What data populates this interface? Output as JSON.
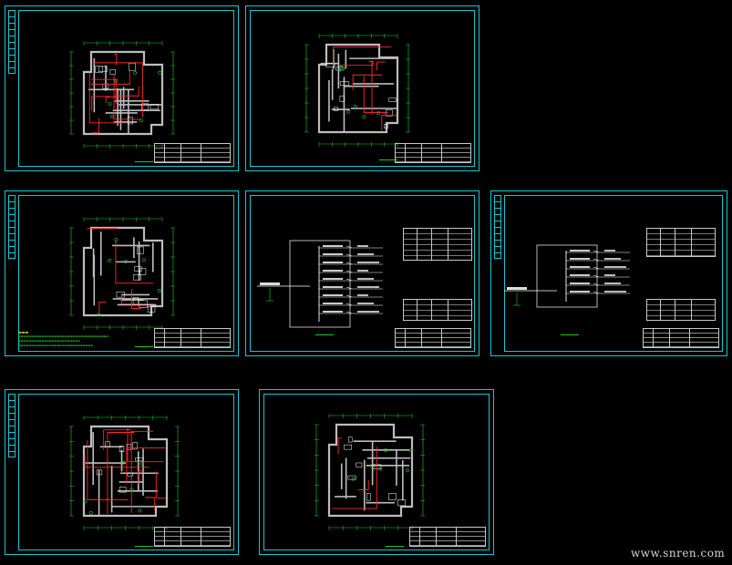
{
  "watermark": "www.snren.com",
  "colors": {
    "frame": "#16c8d2",
    "wall": "#bdbdbd",
    "wire": "#ff2a2a",
    "dim": "#1fd11f"
  },
  "sheets": [
    {
      "id": "sheet-1",
      "kind": "plan"
    },
    {
      "id": "sheet-2",
      "kind": "plan"
    },
    {
      "id": "sheet-3",
      "kind": "plan"
    },
    {
      "id": "sheet-4",
      "kind": "system"
    },
    {
      "id": "sheet-5",
      "kind": "system"
    },
    {
      "id": "sheet-6",
      "kind": "plan"
    },
    {
      "id": "sheet-7",
      "kind": "plan"
    }
  ]
}
